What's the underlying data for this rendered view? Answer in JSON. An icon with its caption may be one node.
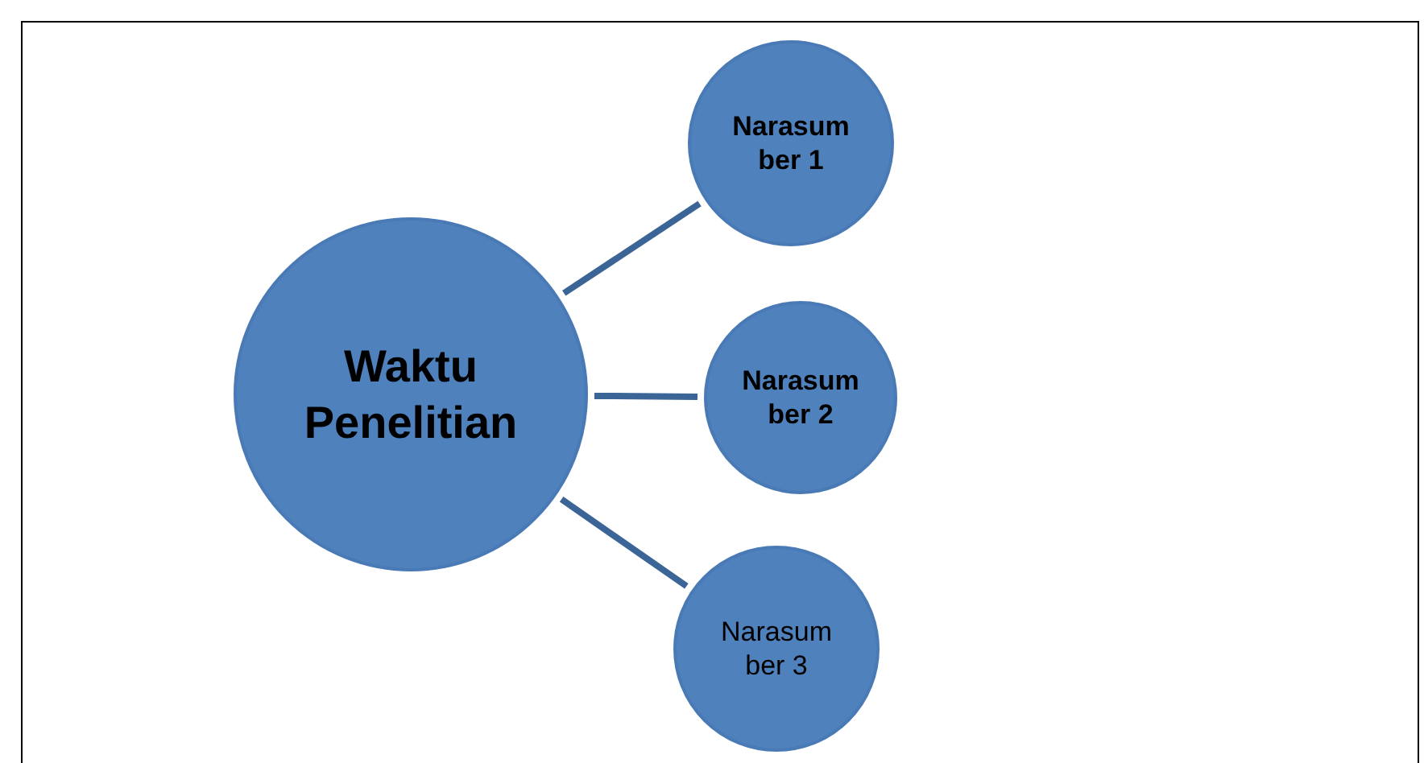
{
  "diagram": {
    "nodes": [
      {
        "text": [
          "Waktu Penelitian"
        ]
      },
      {
        "text": [
          "Narasum ber 1"
        ]
      },
      {
        "text": [
          "Narasum ber 2"
        ]
      },
      {
        "text": [
          "Narasum ber 3"
        ]
      }
    ],
    "edges": [
      {
        "from": 0,
        "to": 1,
        "arrow": "none"
      },
      {
        "from": 0,
        "to": 2,
        "arrow": "none"
      },
      {
        "from": 0,
        "to": 3,
        "arrow": "none"
      }
    ]
  }
}
